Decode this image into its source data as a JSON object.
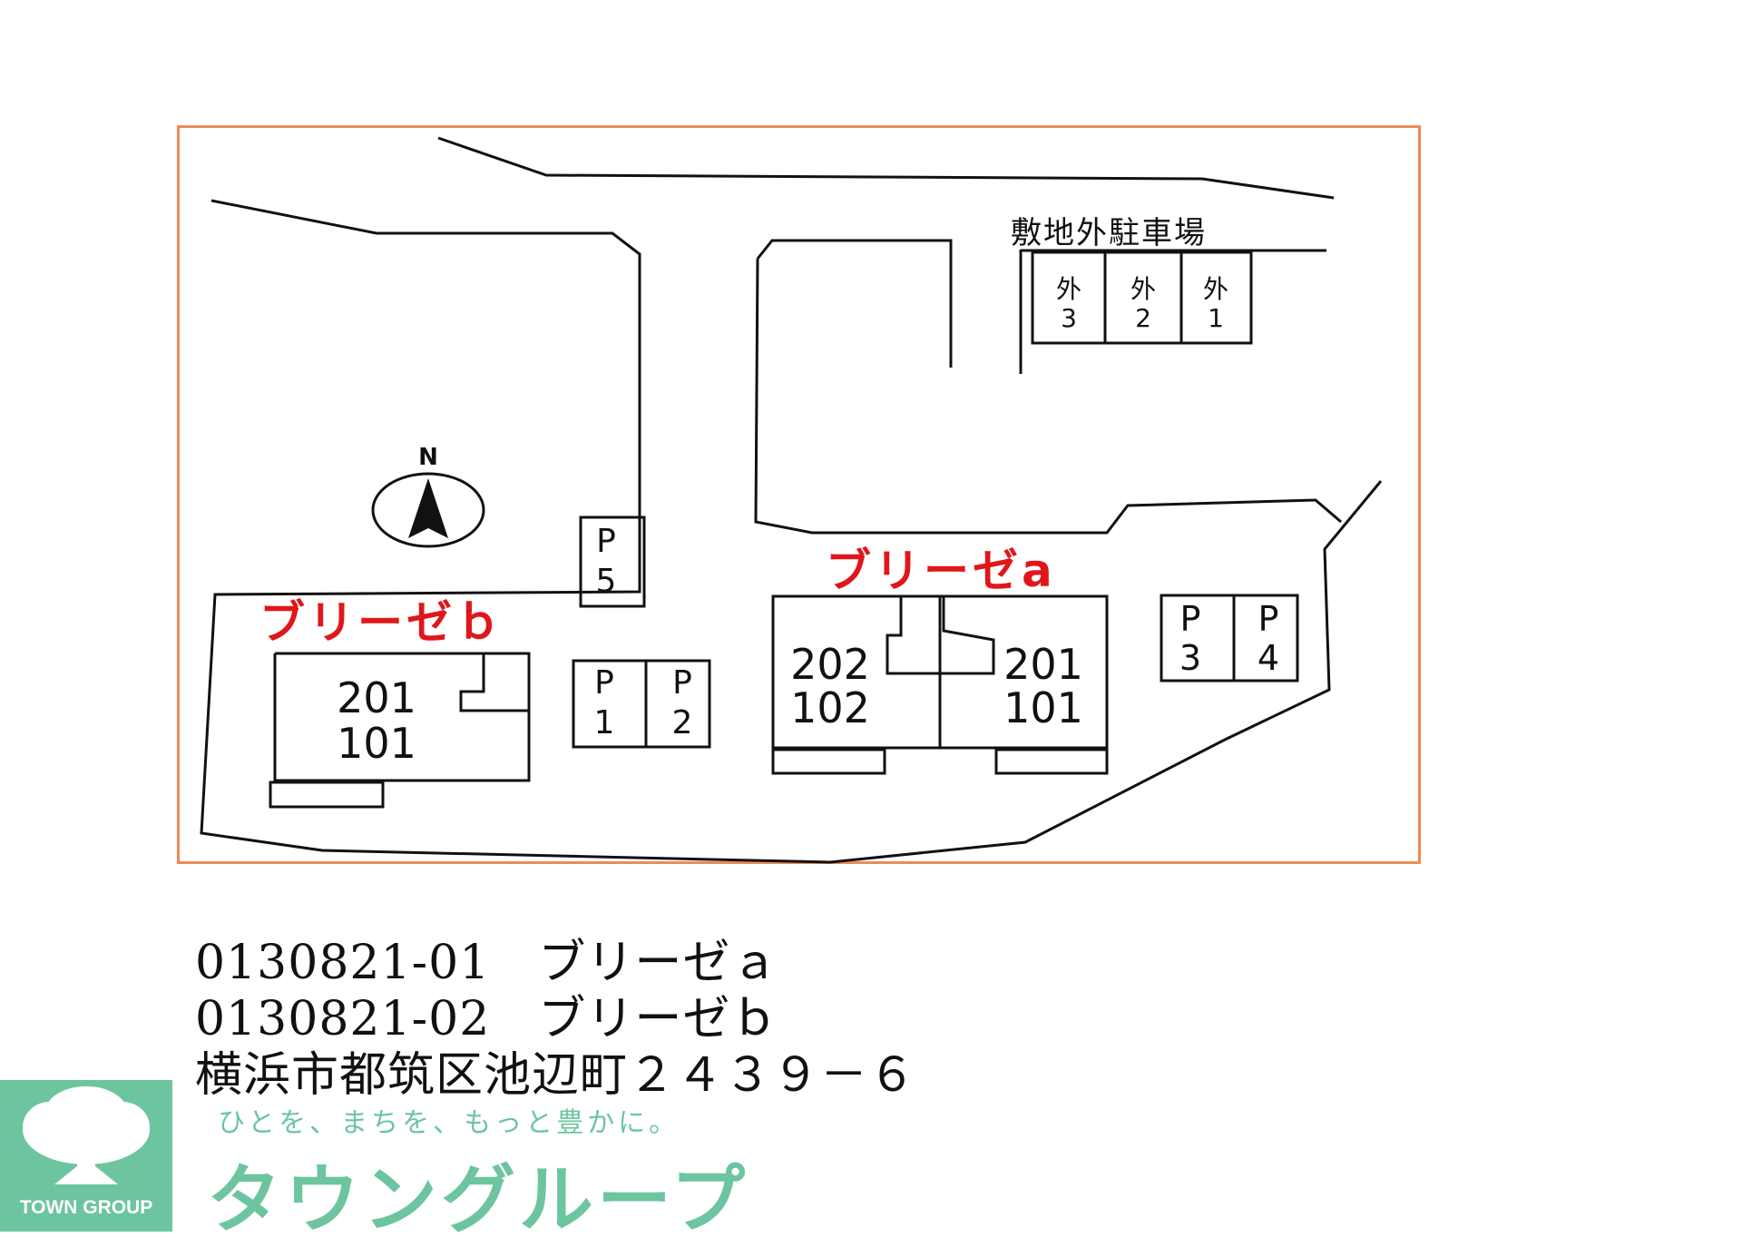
{
  "map": {
    "offsite_parking_label": "敷地外駐車場",
    "offsite_spaces": [
      {
        "top": "外",
        "num": "3"
      },
      {
        "top": "外",
        "num": "2"
      },
      {
        "top": "外",
        "num": "1"
      }
    ],
    "compass_letter": "N",
    "building_a": {
      "name": "ブリーゼa",
      "units_left": [
        "202",
        "102"
      ],
      "units_right": [
        "201",
        "101"
      ]
    },
    "building_b": {
      "name": "ブリーゼｂ",
      "units": [
        "201",
        "101"
      ]
    },
    "parking": [
      {
        "letter": "P",
        "num": "5"
      },
      {
        "letter": "P",
        "num": "1"
      },
      {
        "letter": "P",
        "num": "2"
      },
      {
        "letter": "P",
        "num": "3"
      },
      {
        "letter": "P",
        "num": "4"
      }
    ],
    "colors": {
      "frame": "#ef8a55",
      "building_label": "#e0161b",
      "brand": "#6dc5a0"
    }
  },
  "info": {
    "line1": "0130821-01　ブリーゼａ",
    "line2": "0130821-02　ブリーゼｂ",
    "address": "横浜市都筑区池辺町２４３９－６"
  },
  "logo": {
    "caption": "TOWN GROUP",
    "tagline": "ひとを、まちを、もっと豊かに。",
    "brand_name": "タウングループ",
    "icon": "tree-icon"
  }
}
